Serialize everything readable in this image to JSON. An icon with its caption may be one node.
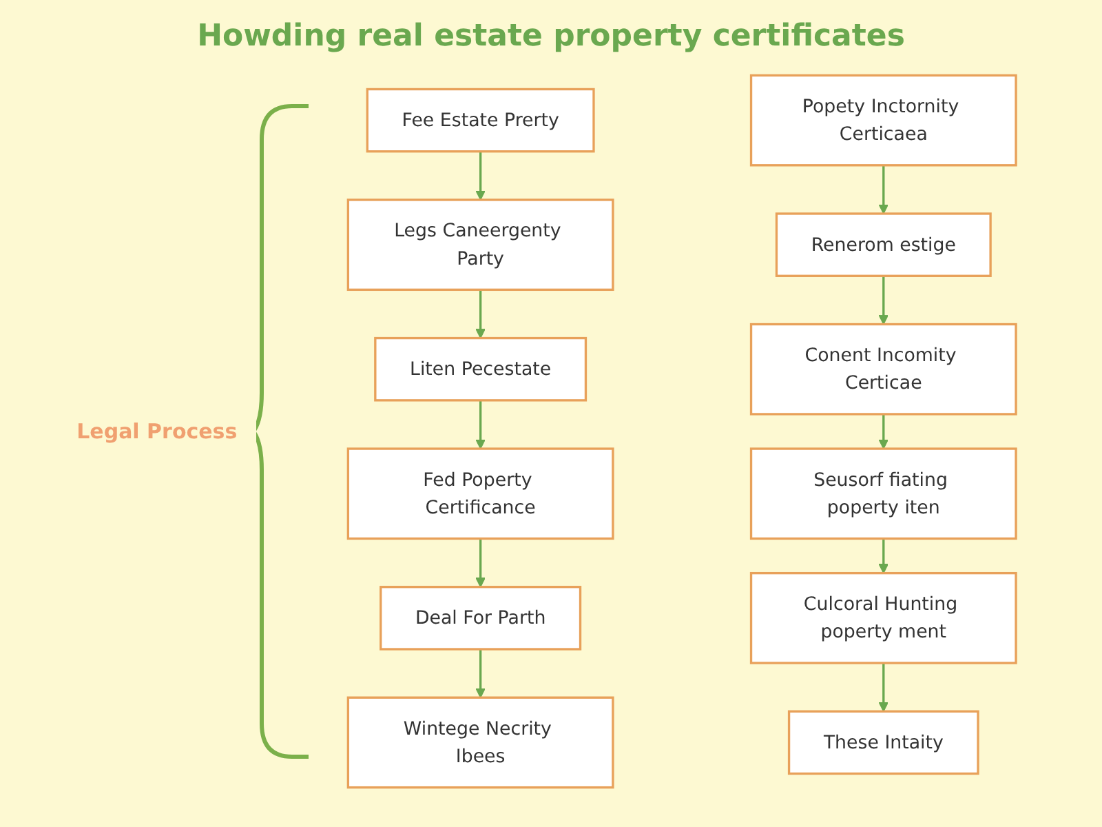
{
  "diagram": {
    "title": "Howding real estate property certificates",
    "nodes": [
      {
        "text": [
          "Fee Estate Prerty"
        ]
      },
      {
        "text": [
          "Legs Caneergenty Party"
        ]
      },
      {
        "text": [
          "Liten Pecestate"
        ]
      },
      {
        "text": [
          "Fed Poperty Certificance"
        ]
      },
      {
        "text": [
          "Deal For Parth"
        ]
      },
      {
        "text": [
          "Wintege Necrity Ibees"
        ]
      },
      {
        "text": [
          "Popety Inctornity Certicaea"
        ]
      },
      {
        "text": [
          "Renerom estige"
        ]
      },
      {
        "text": [
          "Conent Incomity Certicae"
        ]
      },
      {
        "text": [
          "Seusorf fiating poperty iten"
        ]
      },
      {
        "text": [
          "Culcoral Hunting poperty ment"
        ]
      },
      {
        "text": [
          "These Intaity"
        ]
      }
    ],
    "edges": [
      {
        "from": 0,
        "to": 1,
        "arrow": "to"
      },
      {
        "from": 1,
        "to": 2,
        "arrow": "to"
      },
      {
        "from": 2,
        "to": 3,
        "arrow": "to"
      },
      {
        "from": 3,
        "to": 4,
        "arrow": "to"
      },
      {
        "from": 4,
        "to": 5,
        "arrow": "to"
      },
      {
        "from": 6,
        "to": 7,
        "arrow": "to"
      },
      {
        "from": 7,
        "to": 8,
        "arrow": "to"
      },
      {
        "from": 8,
        "to": 9,
        "arrow": "to"
      },
      {
        "from": 9,
        "to": 10,
        "arrow": "to"
      },
      {
        "from": 10,
        "to": 11,
        "arrow": "to"
      }
    ],
    "labels": [
      "Legal Process"
    ]
  }
}
